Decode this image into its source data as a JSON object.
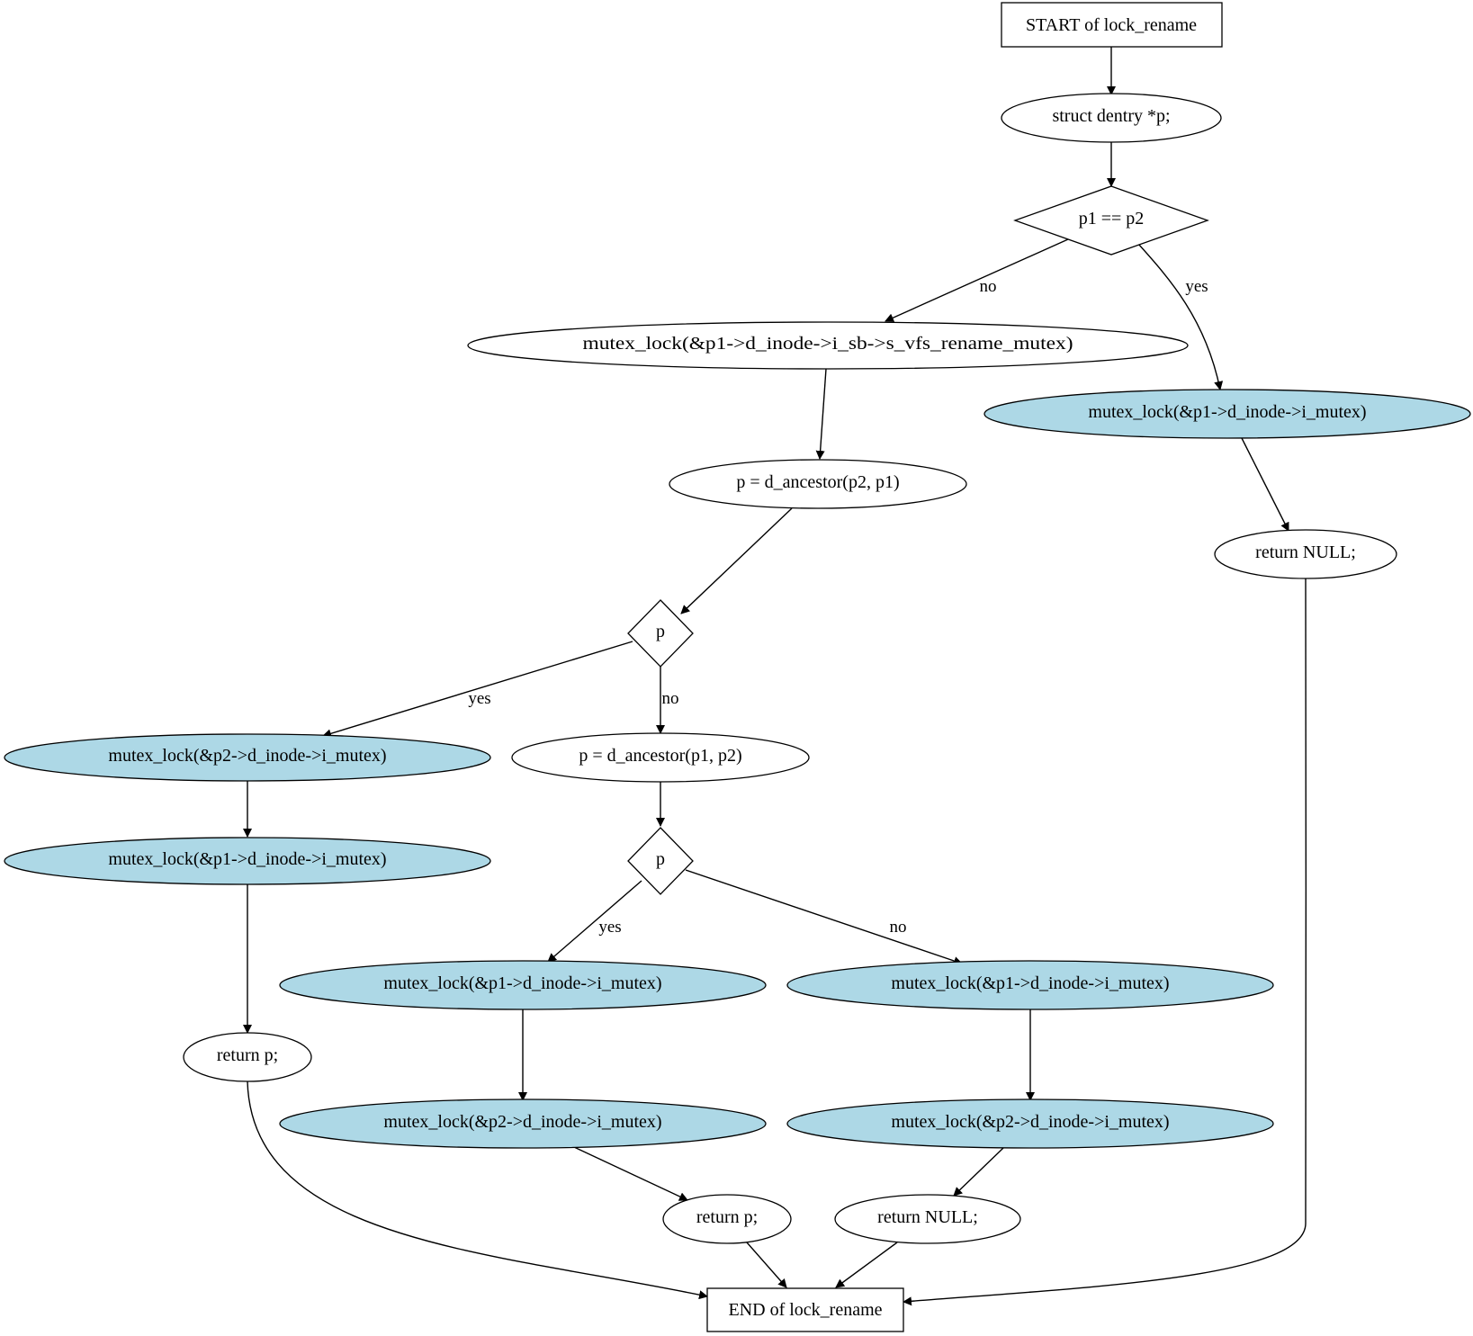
{
  "colors": {
    "highlight_fill": "#add8e6",
    "plain_fill": "#ffffff",
    "stroke": "#000000"
  },
  "nodes": {
    "start": "START of lock_rename",
    "decl_p": "struct dentry *p;",
    "cond_equal": "p1 == p2",
    "lock_rename_mutex": "mutex_lock(&p1->d_inode->i_sb->s_vfs_rename_mutex)",
    "lock_p1_same": "mutex_lock(&p1->d_inode->i_mutex)",
    "return_null_same": "return NULL;",
    "ancestor_p2_p1": "p = d_ancestor(p2, p1)",
    "cond_p_first": "p",
    "lock_p2_first": "mutex_lock(&p2->d_inode->i_mutex)",
    "lock_p1_second": "mutex_lock(&p1->d_inode->i_mutex)",
    "return_p_first": "return p;",
    "ancestor_p1_p2": "p = d_ancestor(p1, p2)",
    "cond_p_second": "p",
    "lock_p1_yes": "mutex_lock(&p1->d_inode->i_mutex)",
    "lock_p2_yes": "mutex_lock(&p2->d_inode->i_mutex)",
    "return_p_second": "return p;",
    "lock_p1_no": "mutex_lock(&p1->d_inode->i_mutex)",
    "lock_p2_no": "mutex_lock(&p2->d_inode->i_mutex)",
    "return_null_final": "return NULL;",
    "end": "END of lock_rename"
  },
  "edge_labels": {
    "cond_equal_no": "no",
    "cond_equal_yes": "yes",
    "cond_p_first_yes": "yes",
    "cond_p_first_no": "no",
    "cond_p_second_yes": "yes",
    "cond_p_second_no": "no"
  }
}
